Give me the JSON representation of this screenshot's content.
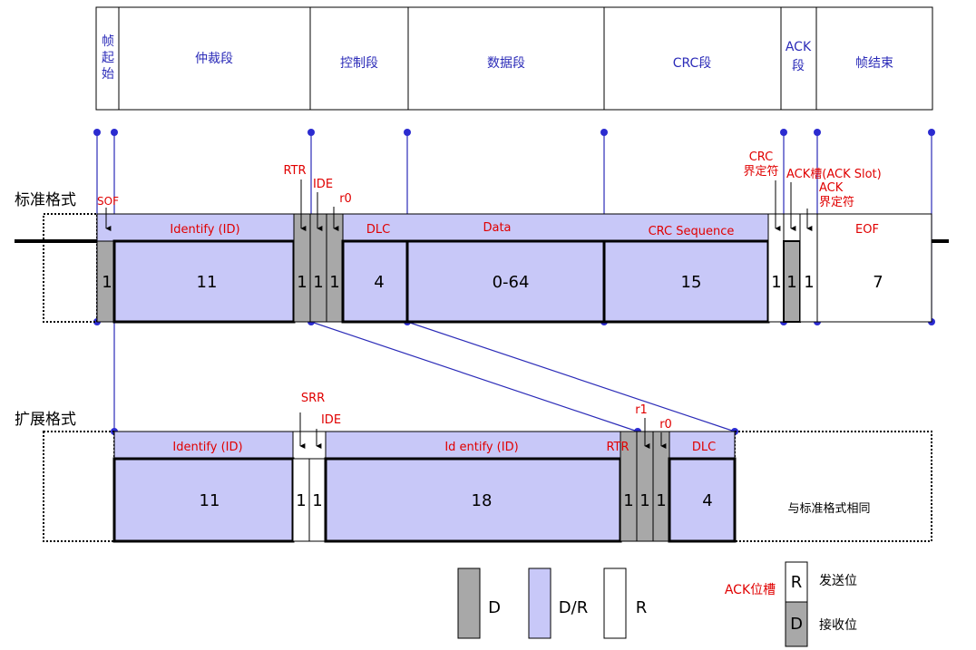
{
  "colors": {
    "blue_fill": "#c8c8f8",
    "gray_fill": "#a8a8a8",
    "line_blue": "#2b2bb8",
    "dot_blue": "#2b2bd0",
    "label_red": "#e00000",
    "header_text": "#2b2bb8",
    "black": "#000000"
  },
  "header": {
    "sof": "帧起始",
    "arbitration": "仲裁段",
    "control": "控制段",
    "data": "数据段",
    "crc": "CRC段",
    "ack": "ACK段",
    "eof": "帧结束"
  },
  "standard": {
    "title": "标准格式",
    "sof_label": "SOF",
    "rtr_label": "RTR",
    "ide_label": "IDE",
    "r0_label": "r0",
    "crc_delim_label": "CRC界定符",
    "ack_slot_label": "ACK槽(ACK Slot)",
    "ack_delim_label": "ACK界定符",
    "fields": {
      "identify_label": "Identify (ID)",
      "dlc_label": "DLC",
      "data_label": "Data",
      "crc_seq_label": "CRC Sequence",
      "eof_label": "EOF"
    },
    "bits": {
      "sof": "1",
      "id": "11",
      "rtr": "1",
      "ide": "1",
      "r0": "1",
      "dlc": "4",
      "data": "0-64",
      "crc": "15",
      "crc_delim": "1",
      "ack_slot": "1",
      "ack_delim": "1",
      "eof": "7"
    }
  },
  "extended": {
    "title": "扩展格式",
    "srr_label": "SRR",
    "ide_label": "IDE",
    "r1_label": "r1",
    "r0_label": "r0",
    "rtr_label": "RTR",
    "fields": {
      "identify1_label": "Identify (ID)",
      "identify2_label": "Id entify (ID)",
      "dlc_label": "DLC"
    },
    "bits": {
      "id1": "11",
      "srr": "1",
      "ide": "1",
      "id2": "18",
      "rtr": "1",
      "r1": "1",
      "r0": "1",
      "dlc": "4"
    },
    "same_as_standard": "与标准格式相同"
  },
  "legend": {
    "d": "D",
    "dr": "D/R",
    "r": "R",
    "ack_slot_title": "ACK位槽",
    "r_box": "R",
    "send_bit": "发送位",
    "d_box": "D",
    "recv_bit": "接收位"
  }
}
